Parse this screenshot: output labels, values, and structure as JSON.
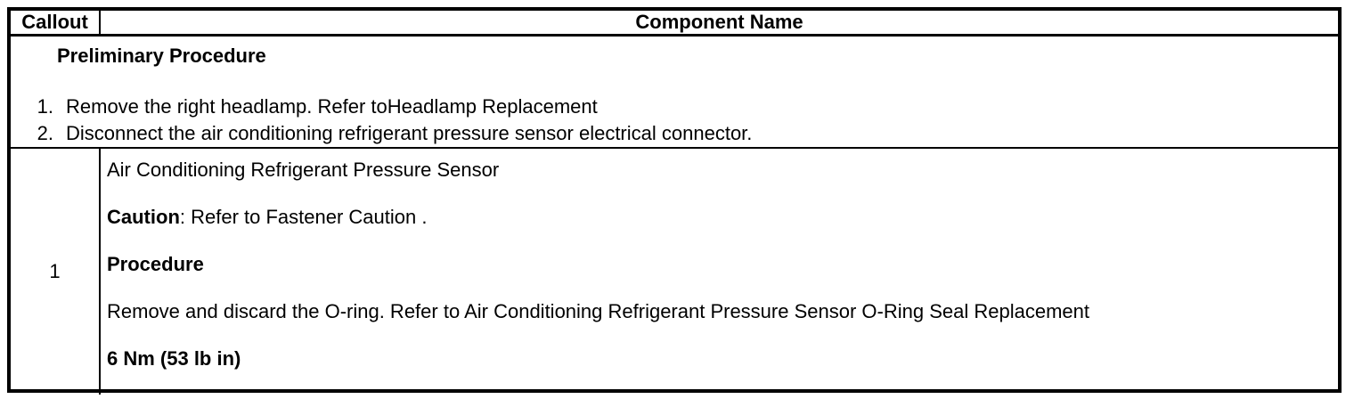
{
  "colors": {
    "background": "#ffffff",
    "border": "#000000",
    "text": "#000000"
  },
  "header": {
    "callout_label": "Callout",
    "component_name_label": "Component Name"
  },
  "preliminary": {
    "title": "Preliminary Procedure",
    "steps": [
      {
        "num": "1.",
        "text": "Remove the right headlamp. Refer toHeadlamp Replacement"
      },
      {
        "num": "2.",
        "text": "Disconnect the air conditioning refrigerant pressure sensor electrical connector."
      }
    ]
  },
  "component_row": {
    "callout_number": "1",
    "component_name": "Air Conditioning Refrigerant Pressure Sensor",
    "caution_label": "Caution",
    "caution_text": ": Refer to Fastener Caution .",
    "procedure_label": "Procedure",
    "procedure_text": "Remove and discard the O-ring. Refer to Air Conditioning Refrigerant Pressure Sensor O-Ring Seal Replacement",
    "torque_spec": "6 Nm (53 lb in)"
  }
}
